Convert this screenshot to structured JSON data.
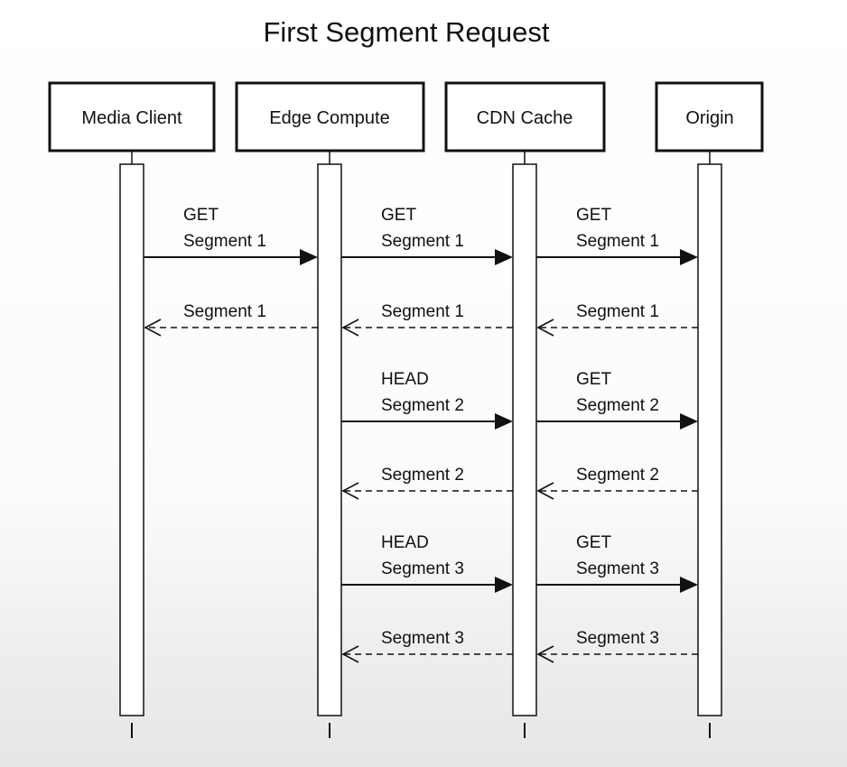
{
  "diagram": {
    "title": "First Segment Request",
    "participants": [
      {
        "id": "client",
        "label": "Media Client"
      },
      {
        "id": "edge",
        "label": "Edge Compute"
      },
      {
        "id": "cdn",
        "label": "CDN Cache"
      },
      {
        "id": "origin",
        "label": "Origin"
      }
    ],
    "messages": [
      {
        "from": "client",
        "to": "edge",
        "kind": "request",
        "lines": [
          "GET",
          "Segment 1"
        ]
      },
      {
        "from": "edge",
        "to": "cdn",
        "kind": "request",
        "lines": [
          "GET",
          "Segment 1"
        ]
      },
      {
        "from": "cdn",
        "to": "origin",
        "kind": "request",
        "lines": [
          "GET",
          "Segment 1"
        ]
      },
      {
        "from": "edge",
        "to": "client",
        "kind": "response",
        "lines": [
          "Segment 1"
        ]
      },
      {
        "from": "cdn",
        "to": "edge",
        "kind": "response",
        "lines": [
          "Segment 1"
        ]
      },
      {
        "from": "origin",
        "to": "cdn",
        "kind": "response",
        "lines": [
          "Segment 1"
        ]
      },
      {
        "from": "edge",
        "to": "cdn",
        "kind": "request",
        "lines": [
          "HEAD",
          "Segment 2"
        ]
      },
      {
        "from": "cdn",
        "to": "origin",
        "kind": "request",
        "lines": [
          "GET",
          "Segment 2"
        ]
      },
      {
        "from": "cdn",
        "to": "edge",
        "kind": "response",
        "lines": [
          "Segment 2"
        ]
      },
      {
        "from": "origin",
        "to": "cdn",
        "kind": "response",
        "lines": [
          "Segment 2"
        ]
      },
      {
        "from": "edge",
        "to": "cdn",
        "kind": "request",
        "lines": [
          "HEAD",
          "Segment 3"
        ]
      },
      {
        "from": "cdn",
        "to": "origin",
        "kind": "request",
        "lines": [
          "GET",
          "Segment 3"
        ]
      },
      {
        "from": "cdn",
        "to": "edge",
        "kind": "response",
        "lines": [
          "Segment 3"
        ]
      },
      {
        "from": "origin",
        "to": "cdn",
        "kind": "response",
        "lines": [
          "Segment 3"
        ]
      }
    ]
  }
}
